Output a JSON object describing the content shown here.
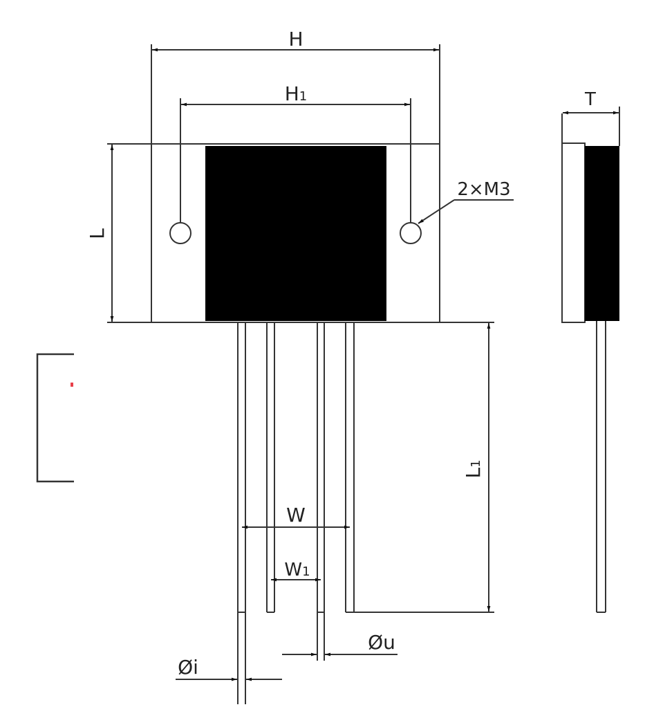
{
  "diagram": {
    "title": "Resistor package dimension drawing",
    "front_view": {
      "labels": {
        "H": "H",
        "H1_base": "H",
        "H1_sub": "1",
        "L": "L",
        "L1_base": "L",
        "L1_sub": "1",
        "W": "W",
        "W1_base": "W",
        "W1_sub": "1",
        "phi_i": "Øi",
        "phi_u": "Øu",
        "mounting": "2×M3"
      },
      "pin_count": 4
    },
    "side_view": {
      "labels": {
        "T": "T"
      },
      "pin_count": 1
    },
    "colors": {
      "line": "#333333",
      "fill_body": "#000000",
      "background": "#ffffff",
      "marker_red": "#e8404a"
    }
  }
}
